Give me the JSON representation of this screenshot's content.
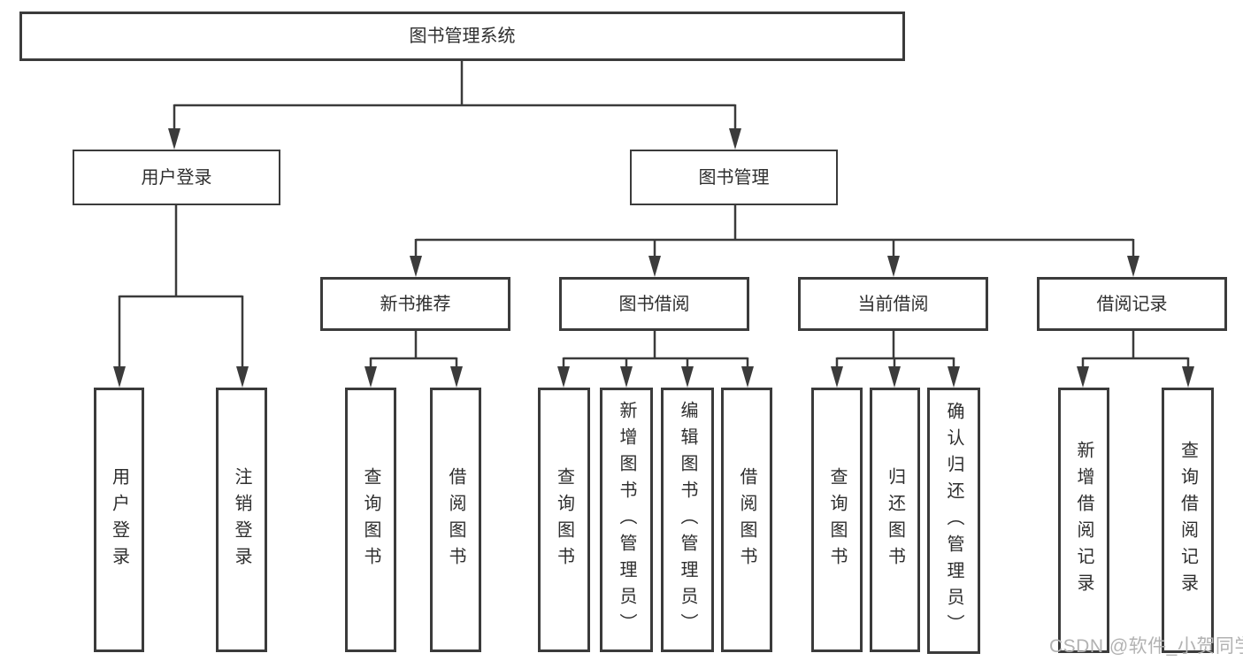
{
  "diagram_title": "图书管理系统",
  "colors": {
    "line": "#3b3b3b",
    "box_border": "#3b3b3b",
    "text": "#2e2e2e",
    "background": "#ffffff",
    "watermark": "#b2b2b2"
  },
  "watermark": {
    "text": "CSDN @软件_小贺同学"
  },
  "tree": {
    "root": {
      "label": "图书管理系统",
      "children": [
        {
          "label": "用户登录",
          "children": [
            {
              "label": "用户登录"
            },
            {
              "label": "注销登录"
            }
          ]
        },
        {
          "label": "图书管理",
          "children": [
            {
              "label": "新书推荐",
              "children": [
                {
                  "label": "查询图书"
                },
                {
                  "label": "借阅图书"
                }
              ]
            },
            {
              "label": "图书借阅",
              "children": [
                {
                  "label": "查询图书"
                },
                {
                  "label": "新增图书（管理员）"
                },
                {
                  "label": "编辑图书（管理员）"
                },
                {
                  "label": "借阅图书"
                }
              ]
            },
            {
              "label": "当前借阅",
              "children": [
                {
                  "label": "查询图书"
                },
                {
                  "label": "归还图书"
                },
                {
                  "label": "确认归还（管理员）"
                }
              ]
            },
            {
              "label": "借阅记录",
              "children": [
                {
                  "label": "新增借阅记录"
                },
                {
                  "label": "查询借阅记录"
                }
              ]
            }
          ]
        }
      ]
    }
  }
}
